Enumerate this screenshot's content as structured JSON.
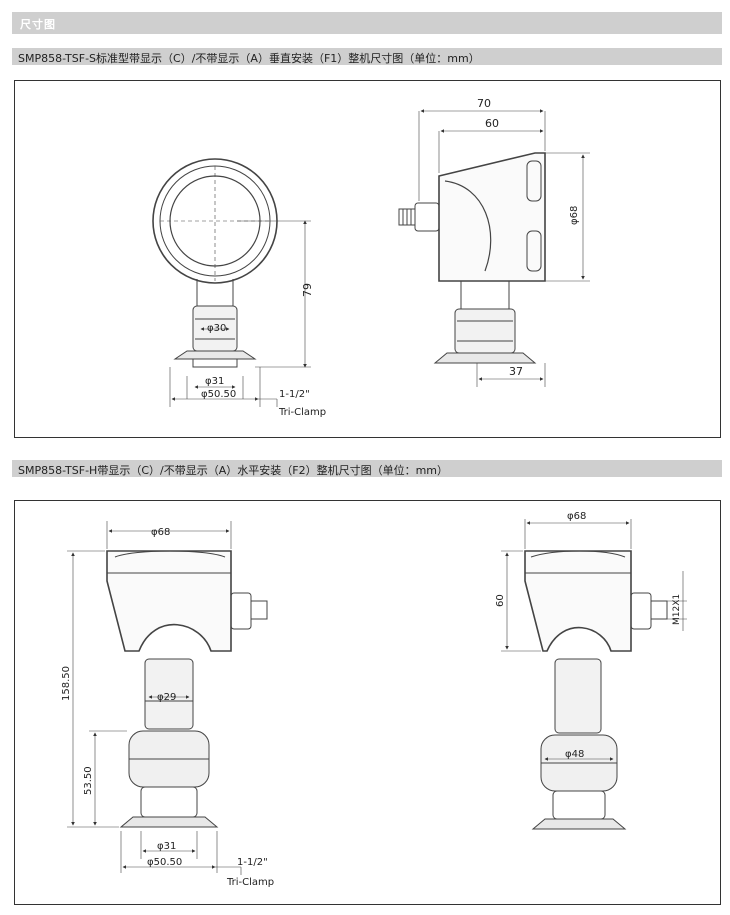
{
  "header": {
    "title": "尺寸图"
  },
  "sections": [
    {
      "title": "SMP858-TSF-S标准型带显示（C）/不带显示（A）垂直安装（F1）整机尺寸图（单位：mm）",
      "dims": {
        "width_overall": "70",
        "width_body": "60",
        "dia_body": "φ68",
        "height": "79",
        "dia_neck": "φ30",
        "dia_clamp_inner": "φ31",
        "dia_clamp_outer": "φ50.50",
        "depth": "37",
        "clamp_size": "1-1/2\"",
        "clamp_type": "Tri-Clamp"
      }
    },
    {
      "title": "SMP858-TSF-H带显示（C）/不带显示（A）水平安装（F2）整机尺寸图（单位：mm）",
      "dims": {
        "dia_body_left": "φ68",
        "height_total": "158.50",
        "height_lower": "53.50",
        "dia_neck": "φ29",
        "dia_clamp_inner": "φ31",
        "dia_clamp_outer": "φ50.50",
        "clamp_size": "1-1/2\"",
        "clamp_type": "Tri-Clamp",
        "dia_body_right": "φ68",
        "height_body": "60",
        "connector": "M12X1",
        "dia_lower": "φ48"
      }
    }
  ]
}
